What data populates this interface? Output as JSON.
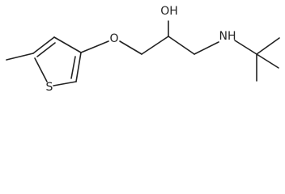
{
  "atoms": {
    "hydroxyl": "OH",
    "ether_oxygen": "O",
    "amine": "NH",
    "sulfur": "S"
  }
}
